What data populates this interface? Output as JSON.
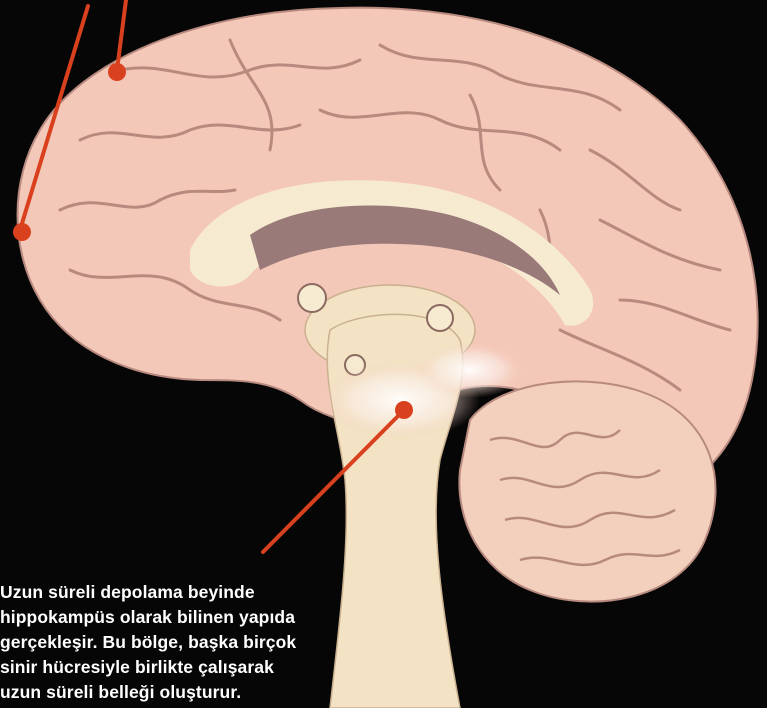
{
  "caption": {
    "lines": [
      "Uzun süreli depolama beyinde",
      "hippokampüs olarak bilinen yapıda",
      "gerçekleşir. Bu bölge, başka birçok",
      "sinir hücresiyle birlikte çalışarak",
      "uzun süreli belleği oluşturur."
    ]
  },
  "colors": {
    "background": "#060606",
    "cortex": "#f4c8b8",
    "cortex_fold": "#b88a7f",
    "corpus_callosum": "#f6ead0",
    "ventricle": "#9a7a78",
    "brainstem": "#f3e3c4",
    "cerebellum": "#f2d0bd",
    "hippocampus_glow": "#fff4f0",
    "pointer": "#d9411e"
  }
}
